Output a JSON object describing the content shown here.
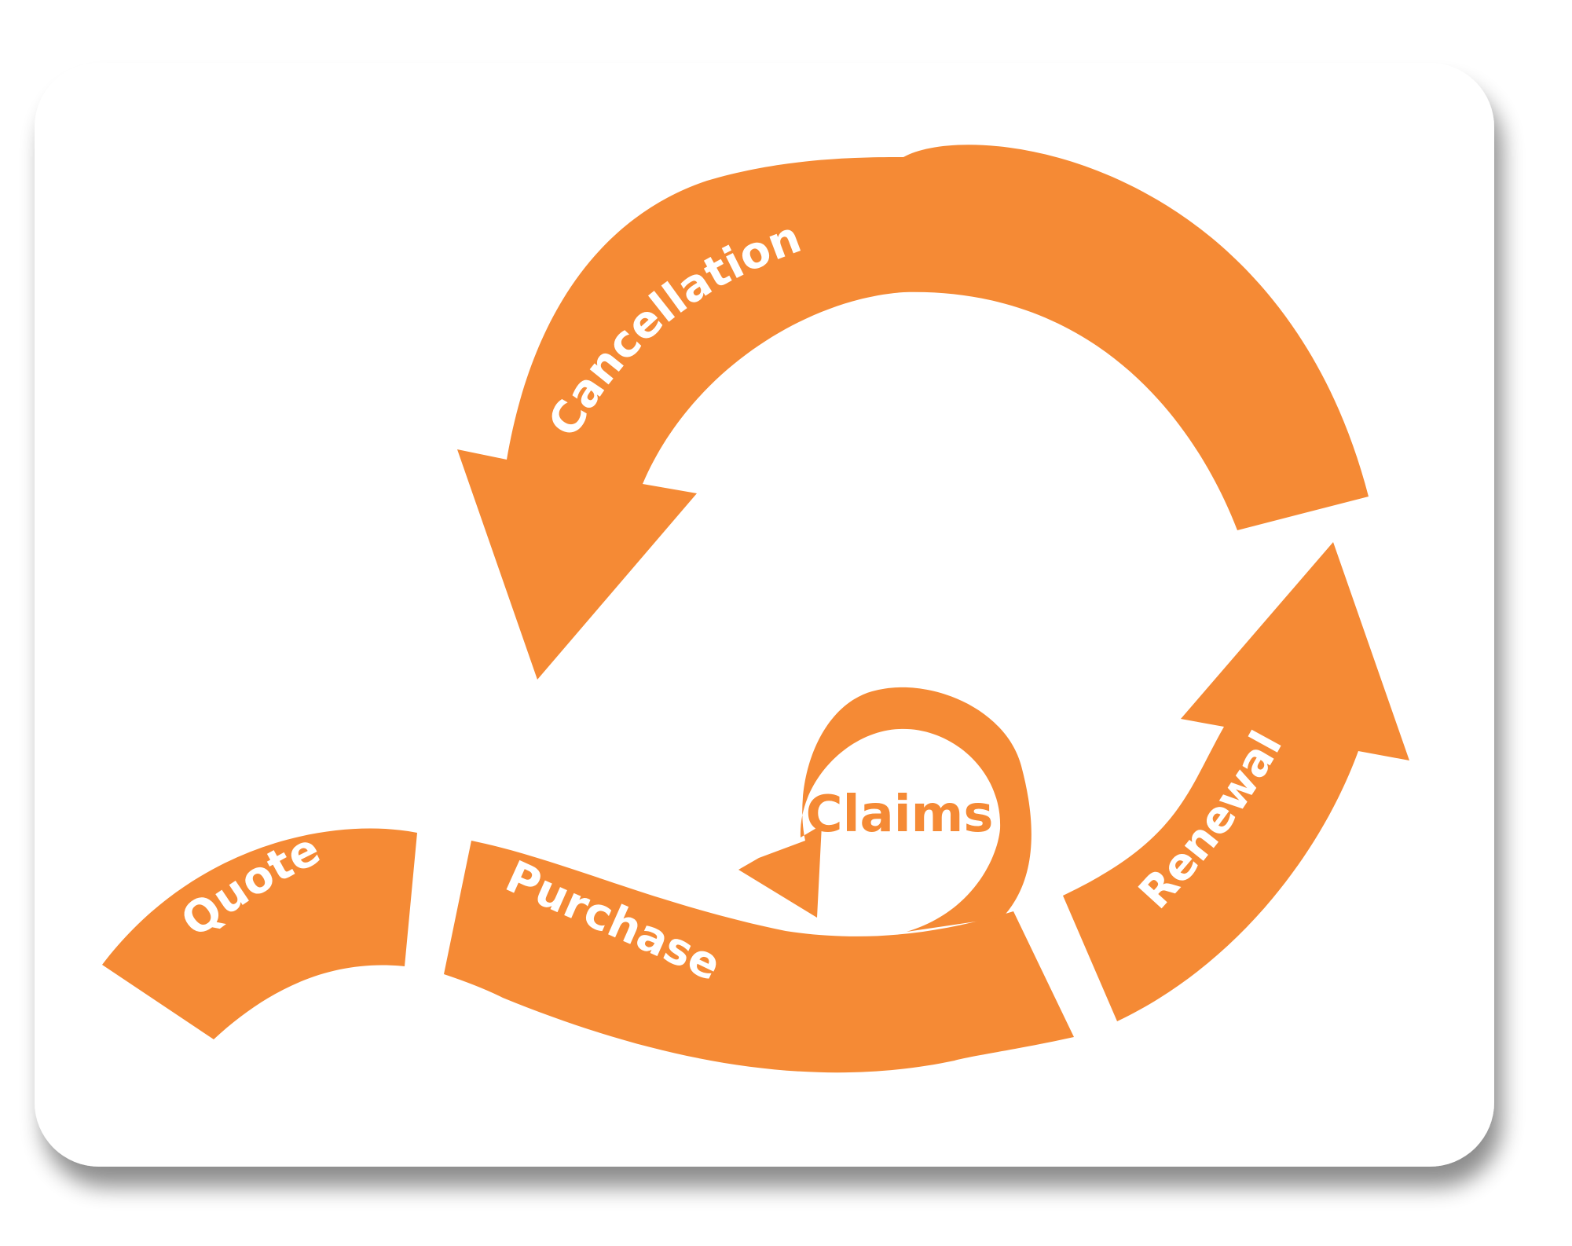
{
  "colors": {
    "accent": "#F58A35",
    "card": "#FFFFFF",
    "label_on_accent": "#FFFFFF"
  },
  "stages": {
    "quote": "Quote",
    "purchase": "Purchase",
    "claims": "Claims",
    "renewal": "Renewal",
    "cancellation": "Cancellation"
  }
}
